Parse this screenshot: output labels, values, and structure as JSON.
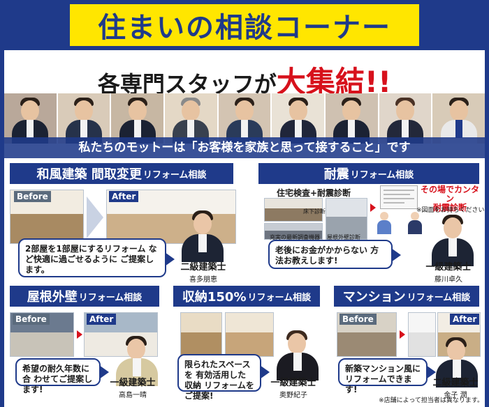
{
  "title": "住まいの相談コーナー",
  "headline": {
    "prefix": "各専門スタッフが",
    "emphasis": "大集結!!"
  },
  "motto": "私たちのモットーは「お客様を家族と思って接すること」です",
  "sections": {
    "washitsu": {
      "title_big": "和風建築 間取変更",
      "title_small": "リフォーム相談",
      "before": "Before",
      "after": "After",
      "bubble": "2部屋を1部屋にするリフォーム など快適に過ごせるように ご提案します。",
      "role": "二級建築士",
      "name": "喜多朋恵"
    },
    "taishin": {
      "title_big": "耐震",
      "title_small": "リフォーム相談",
      "subheading": "住宅検査+耐震診断",
      "label_underfloor": "床下診断",
      "label_equipment": "充実の最新調査機器",
      "label_exterior": "屋根外壁診断",
      "red_note_line1": "その場でカンタン",
      "red_note_line2": "耐震診断",
      "note_small": "※図面をお持ちください",
      "bubble": "老後にお金がかからない 方法お教えします!",
      "role": "一級建築士",
      "name": "藤川卓久"
    },
    "yane": {
      "title_big": "屋根外壁",
      "title_small": "リフォーム相談",
      "before": "Before",
      "after": "After",
      "bubble": "希望の耐久年数に合 わせてご提案します!",
      "role": "一級建築士",
      "name": "高島一晴"
    },
    "shuno": {
      "title_big": "収納150%",
      "title_small": "リフォーム相談",
      "bubble": "限られたスペースを 有効活用した収納 リフォームをご提案!",
      "role": "一級建築士",
      "name": "奥野紀子"
    },
    "mansion": {
      "title_big": "マンション",
      "title_small": "リフォーム相談",
      "before": "Before",
      "after": "After",
      "bubble": "新築マンション風に リフォームできます!",
      "role": "二級建築士",
      "name": "金子 潤"
    }
  },
  "footnote": "※店舗によって担当者は異なります。",
  "colors": {
    "navy": "#1f3a8a",
    "yellow": "#ffe600",
    "red": "#d7111c"
  }
}
